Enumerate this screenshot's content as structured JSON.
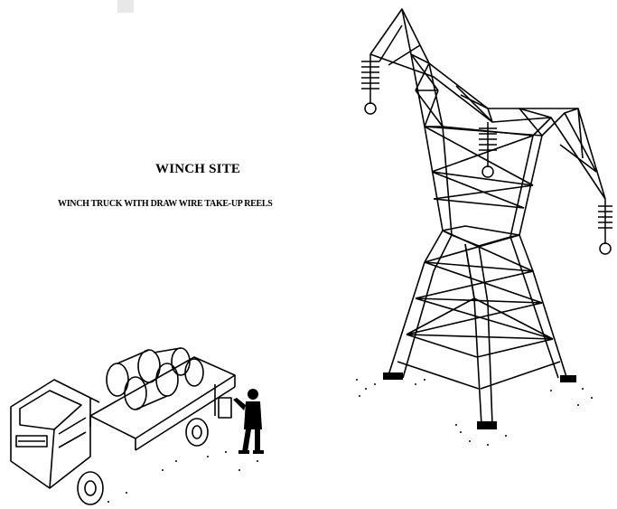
{
  "diagram": {
    "title": "WINCH SITE",
    "subtitle": "WINCH TRUCK WITH DRAW WIRE TAKE-UP REELS"
  },
  "icons": {
    "truck": "winch-truck-illustration",
    "tower": "transmission-tower-illustration",
    "worker": "worker-figure"
  }
}
